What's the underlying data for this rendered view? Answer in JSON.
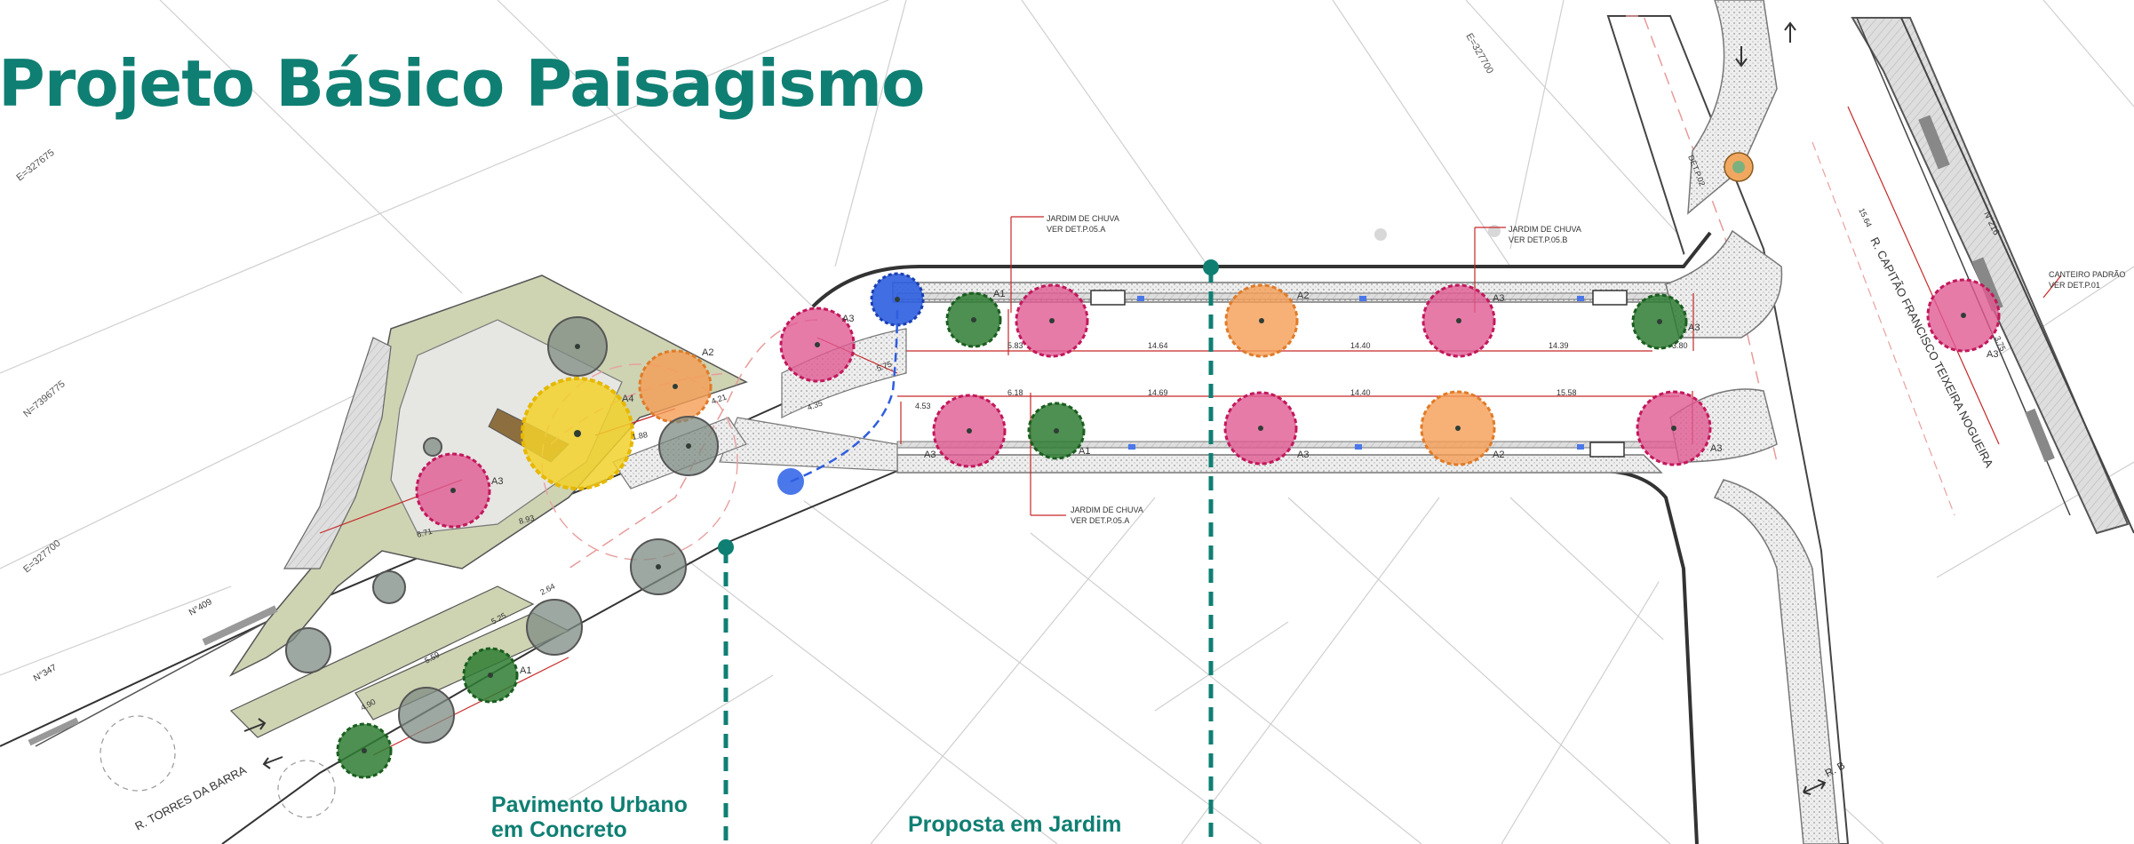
{
  "title": "Projeto Básico Paisagismo",
  "callouts": {
    "pavimento_line1": "Pavimento Urbano",
    "pavimento_line2": "em Concreto",
    "proposta_line1": "Proposta em Jardim",
    "proposta_line2": "..."
  },
  "streets": {
    "torres_da_barra": "R. TORRES DA BARRA",
    "capitao": "R. CAPITÃO FRANCISCO TEIXEIRA NOGUEIRA",
    "rua_b": "R. B"
  },
  "notes": {
    "jardim_chuva_a": [
      "JARDIM DE CHUVA",
      "VER DET.P.05.A"
    ],
    "jardim_chuva_b": [
      "JARDIM DE CHUVA",
      "VER DET.P.05.B"
    ],
    "canteiro": [
      "CANTEIRO PADRÃO",
      "VER DET.P.01"
    ],
    "det": "DET.P.02"
  },
  "grid_labels": [
    "E=327675",
    "N=7396775",
    "E=327700",
    "E=327700"
  ],
  "lot_numbers": [
    "N°409",
    "N°347",
    "N°216"
  ],
  "tree_tags": [
    "A1",
    "A2",
    "A3",
    "A4"
  ],
  "dimensions": {
    "top_row": [
      "5.83",
      "14.64",
      "14.40",
      "14.39",
      "3.80"
    ],
    "bottom_row": [
      "6.18",
      "14.69",
      "14.40",
      "15.58"
    ],
    "plaza": [
      "4.35",
      "5.75",
      "4.21",
      "1.88",
      "8.93",
      "6.71",
      "4.53"
    ],
    "lower_street": [
      "4.90",
      "5.59",
      "5.25",
      "2.64"
    ],
    "capitao_side": [
      "15.64",
      "3.75"
    ]
  },
  "colors": {
    "accent": "#0f7f73",
    "A1": "#2e7d32",
    "A2": "#f59e55",
    "A3": "#e05a92",
    "A4": "#f2d12b",
    "existing": "#7d8b83",
    "blue": "#2e5ee0",
    "dimension": "#c62828"
  }
}
